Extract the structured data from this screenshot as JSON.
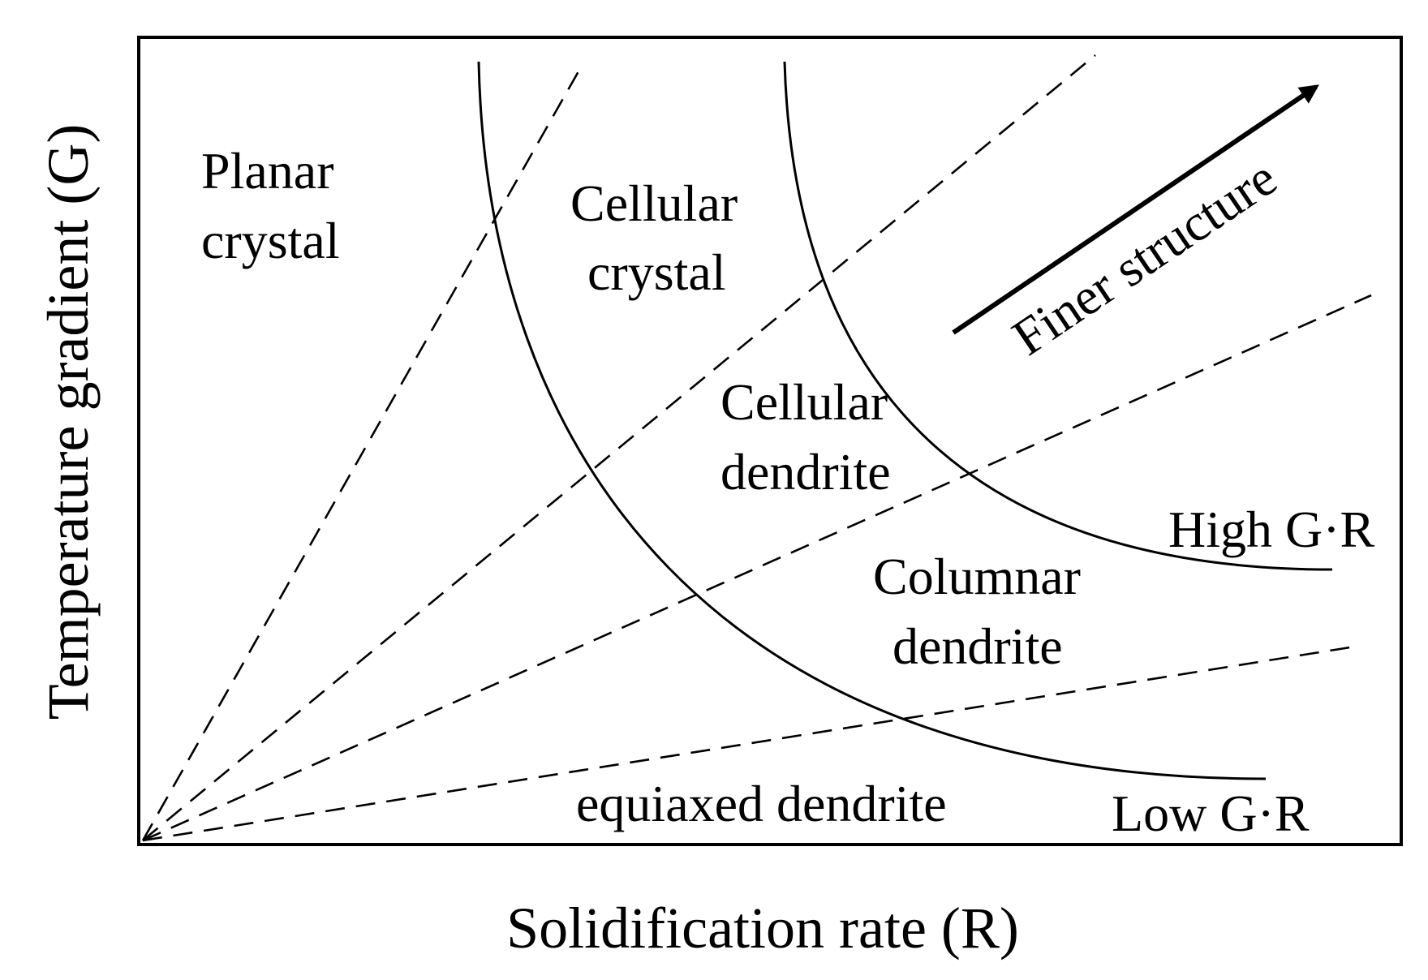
{
  "axes": {
    "xlabel": "Solidification rate (R)",
    "ylabel": "Temperature gradient (G)"
  },
  "regions": {
    "planar": [
      "Planar",
      "crystal"
    ],
    "cellular_crystal": [
      "Cellular",
      "crystal"
    ],
    "cellular_dendrite": [
      "Cellular",
      "dendrite"
    ],
    "columnar_dendrite": [
      "Columnar",
      "dendrite"
    ],
    "equiaxed": "equiaxed dendrite"
  },
  "curves": {
    "high": "High G·R",
    "low": "Low G·R"
  },
  "arrow_label": "Finer structure",
  "colors": {
    "ink": "#000000",
    "background": "#ffffff"
  }
}
